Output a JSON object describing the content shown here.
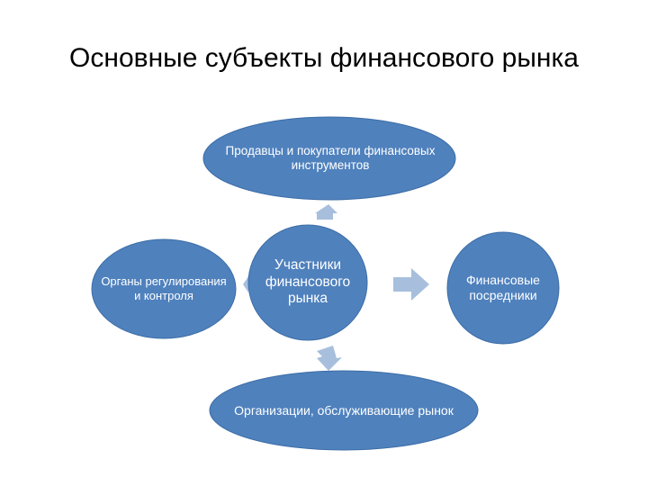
{
  "title": "Основные субъекты финансового рынка",
  "colors": {
    "node_fill": "#4f81bd",
    "node_stroke": "#3c6da6",
    "arrow_fill": "#a7bfdd"
  },
  "diagram": {
    "center": {
      "label": "Участники финансового рынка"
    },
    "nodes": [
      {
        "id": "top",
        "label": "Продавцы и покупатели финансовых инструментов"
      },
      {
        "id": "right",
        "label": "Финансовые посредники"
      },
      {
        "id": "bottom",
        "label": "Организации, обслуживающие рынок"
      },
      {
        "id": "left",
        "label": "Органы  регулирования и контроля"
      }
    ]
  }
}
